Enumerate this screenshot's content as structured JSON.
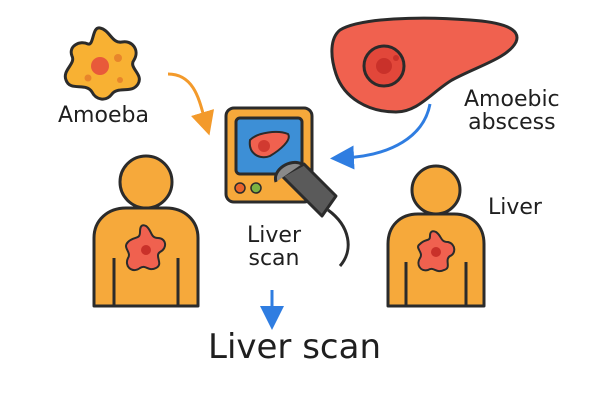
{
  "labels": {
    "amoeba": "Amoeba",
    "abscess_line1": "Amoebic",
    "abscess_line2": "abscess",
    "liver": "Liver",
    "scan_line1": "Liver",
    "scan_line2": "scan",
    "title": "Liver scan"
  },
  "colors": {
    "outline": "#2b2b2b",
    "person": "#f6a93b",
    "amoeba": "#f8b133",
    "liver": "#f0614f",
    "monitor_body": "#f6a93b",
    "monitor_screen": "#3d8fd6",
    "arrow_orange": "#f39a2b",
    "arrow_blue": "#2f7de1",
    "probe": "#5a5a5a"
  },
  "icons": [
    "amoeba-icon",
    "liver-icon",
    "ultrasound-monitor-icon",
    "ultrasound-probe-icon",
    "person-icon"
  ]
}
